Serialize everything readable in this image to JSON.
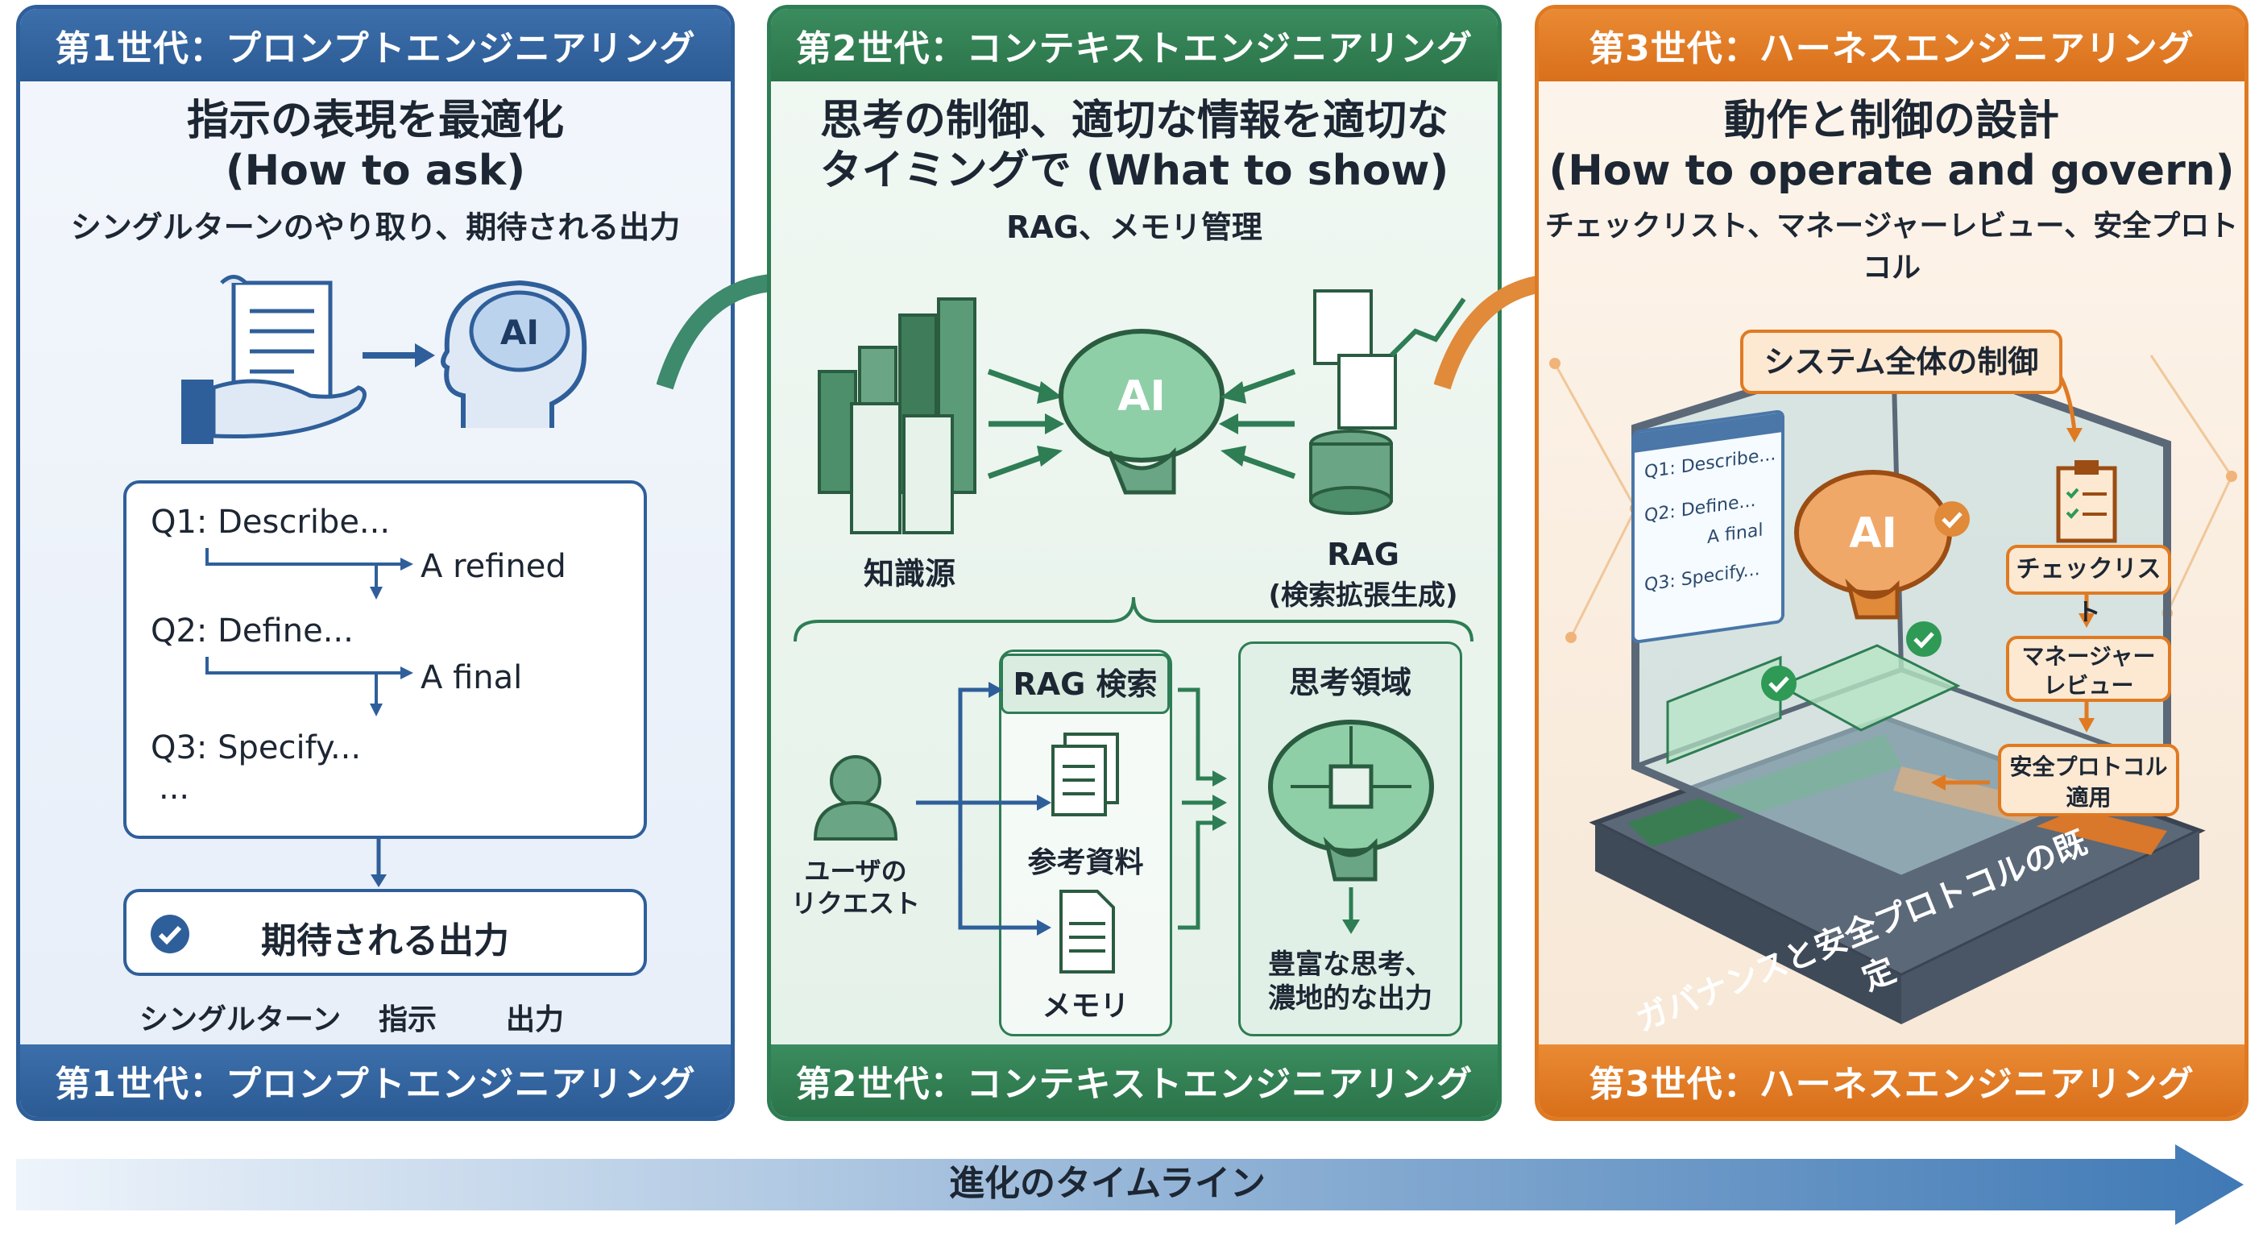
{
  "colors": {
    "blue": "#2f5f9a",
    "green": "#2e7d54",
    "orange": "#df7a22"
  },
  "gen1": {
    "header": "第1世代：プロンプトエンジニアリング",
    "title": "指示の表現を最適化",
    "title2": "(How to ask)",
    "subtitle": "シングルターンのやり取り、期待される出力",
    "brain_label": "AI",
    "q1": "Q1: Describe...",
    "a1": "A refined",
    "q2": "Q2: Define...",
    "a2": "A final",
    "q3": "Q3: Specify...",
    "ellipsis": "...",
    "output": "期待される出力",
    "labels": [
      "シングルターン",
      "指示",
      "出力"
    ],
    "footer": "第1世代：プロンプトエンジニアリング"
  },
  "gen2": {
    "header": "第2世代：コンテキストエンジニアリング",
    "title": "思考の制御、適切な情報を適切な",
    "title2": "タイミングで (What to show)",
    "subtitle": "RAG、メモリ管理",
    "brain_label": "AI",
    "knowledge": "知識源",
    "rag": "RAG",
    "rag_sub": "(検索拡張生成)",
    "rag_search": "RAG 検索",
    "reference": "参考資料",
    "memory": "メモリ",
    "user_request": "ユーザの",
    "user_request2": "リクエスト",
    "thinking_area": "思考領域",
    "rich_output": "豊富な思考、",
    "rich_output2": "濃地的な出力",
    "footer": "第2世代：コンテキストエンジニアリング"
  },
  "gen3": {
    "header": "第3世代：ハーネスエンジニアリング",
    "title": "動作と制御の設計",
    "title2": "(How to operate and govern)",
    "subtitle": "チェックリスト、マネージャーレビュー、安全プロトコル",
    "system_control": "システム全体の制御",
    "brain_label": "AI",
    "checklist": "チェックリスト",
    "manager_review": "マネージャー",
    "manager_review2": "レビュー",
    "safety_protocol": "安全プロトコル",
    "safety_protocol2": "適用",
    "doc_q1": "Q1: Describe...",
    "doc_q2": "Q2: Define...",
    "doc_a": "A final",
    "doc_q3": "Q3: Specify...",
    "governance": "ガバナンスと安全プロトコルの既定",
    "footer": "第3世代：ハーネスエンジニアリング"
  },
  "timeline": {
    "label": "進化のタイムライン"
  }
}
